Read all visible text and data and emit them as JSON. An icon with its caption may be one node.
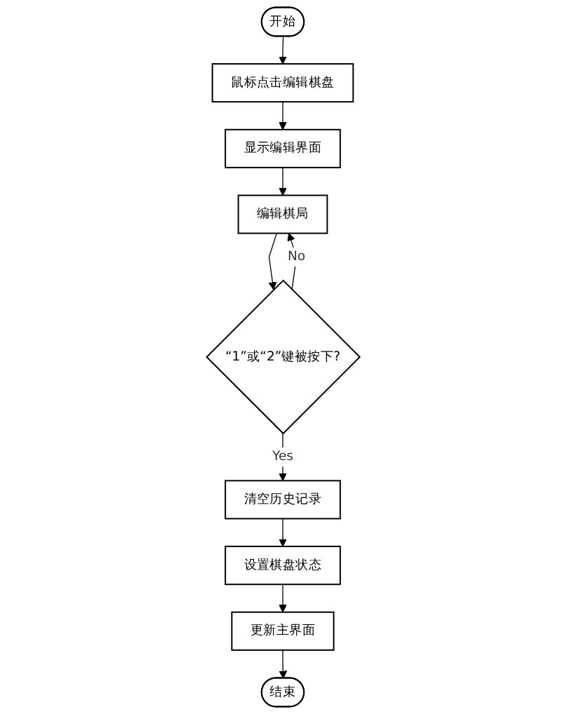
{
  "diagram": {
    "nodes": [
      {
        "text": [
          "开始"
        ]
      },
      {
        "text": [
          "鼠标点击编辑棋盘"
        ]
      },
      {
        "text": [
          "显示编辑界面"
        ]
      },
      {
        "text": [
          "编辑棋局"
        ]
      },
      {
        "text": [
          "“1”或“2”键被按下?"
        ]
      },
      {
        "text": [
          "清空历史记录"
        ]
      },
      {
        "text": [
          "设置棋盘状态"
        ]
      },
      {
        "text": [
          "更新主界面"
        ]
      },
      {
        "text": [
          "结束"
        ]
      }
    ],
    "edges": [
      {
        "from": 0,
        "to": 1,
        "arrow": "to"
      },
      {
        "from": 1,
        "to": 2,
        "arrow": "to"
      },
      {
        "from": 2,
        "to": 3,
        "arrow": "to"
      },
      {
        "from": 3,
        "to": 4,
        "arrow": "to"
      },
      {
        "from": 4,
        "to": 3,
        "label": "No",
        "arrow": "to"
      },
      {
        "from": 4,
        "to": 5,
        "label": "Yes",
        "arrow": "to"
      },
      {
        "from": 5,
        "to": 6,
        "arrow": "to"
      },
      {
        "from": 6,
        "to": 7,
        "arrow": "to"
      },
      {
        "from": 7,
        "to": 8,
        "arrow": "to"
      }
    ]
  }
}
